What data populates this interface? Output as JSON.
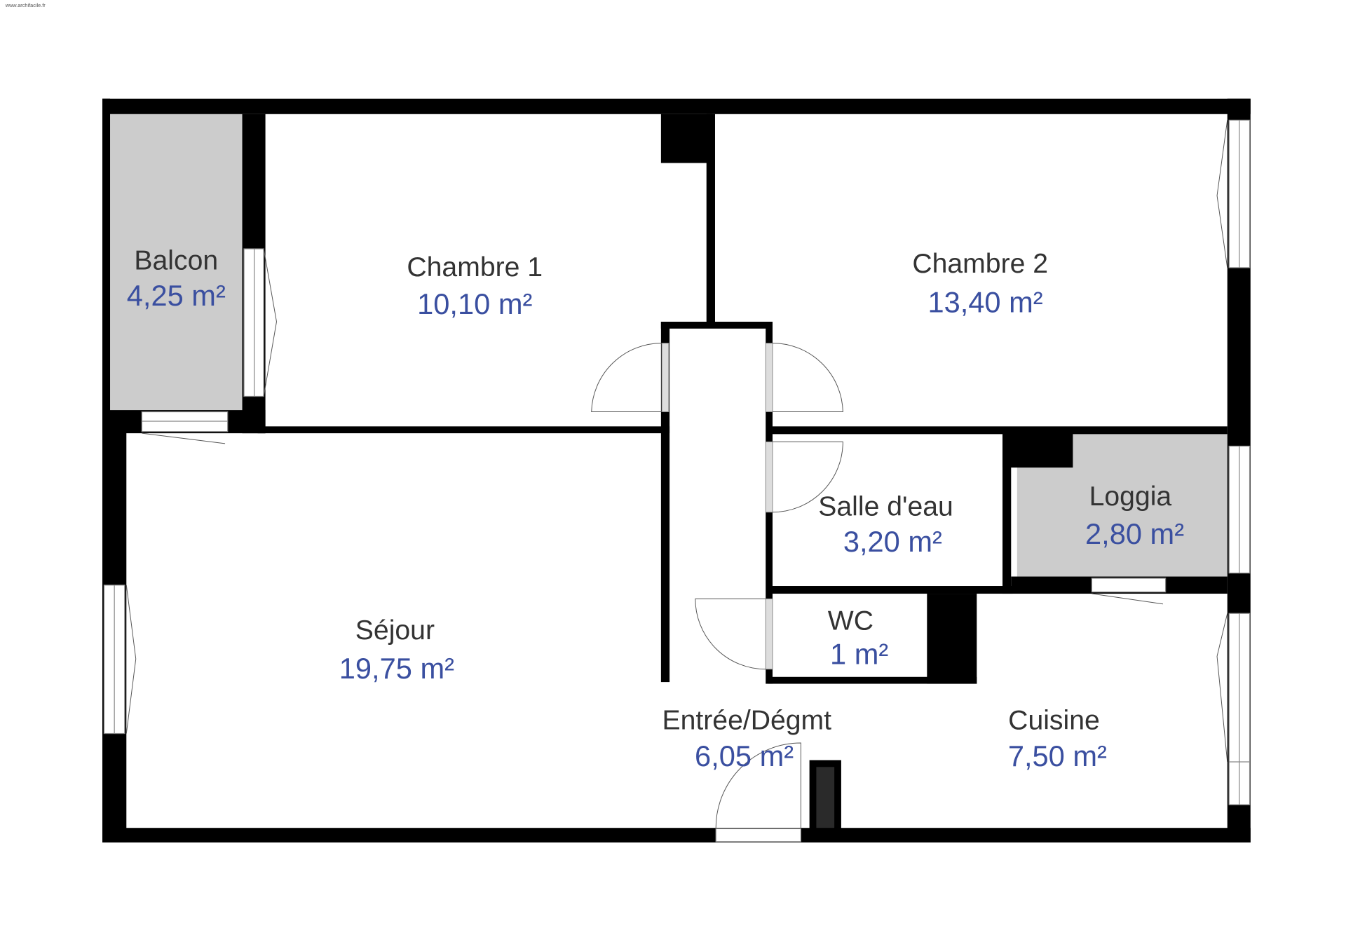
{
  "watermark": "www.archifacile.fr",
  "rooms": [
    {
      "name": "Balcon",
      "area": "4,25 m²"
    },
    {
      "name": "Chambre 1",
      "area": "10,10 m²"
    },
    {
      "name": "Chambre 2",
      "area": "13,40 m²"
    },
    {
      "name": "Salle d'eau",
      "area": "3,20 m²"
    },
    {
      "name": "Loggia",
      "area": "2,80 m²"
    },
    {
      "name": "WC",
      "area": "1 m²"
    },
    {
      "name": "Séjour",
      "area": "19,75 m²"
    },
    {
      "name": "Entrée/Dégmt",
      "area": "6,05 m²"
    },
    {
      "name": "Cuisine",
      "area": "7,50 m²"
    }
  ],
  "colors": {
    "wall": "#000000",
    "exterior": "#cccccc",
    "area_text": "#3a4fa0",
    "name_text": "#333333"
  }
}
